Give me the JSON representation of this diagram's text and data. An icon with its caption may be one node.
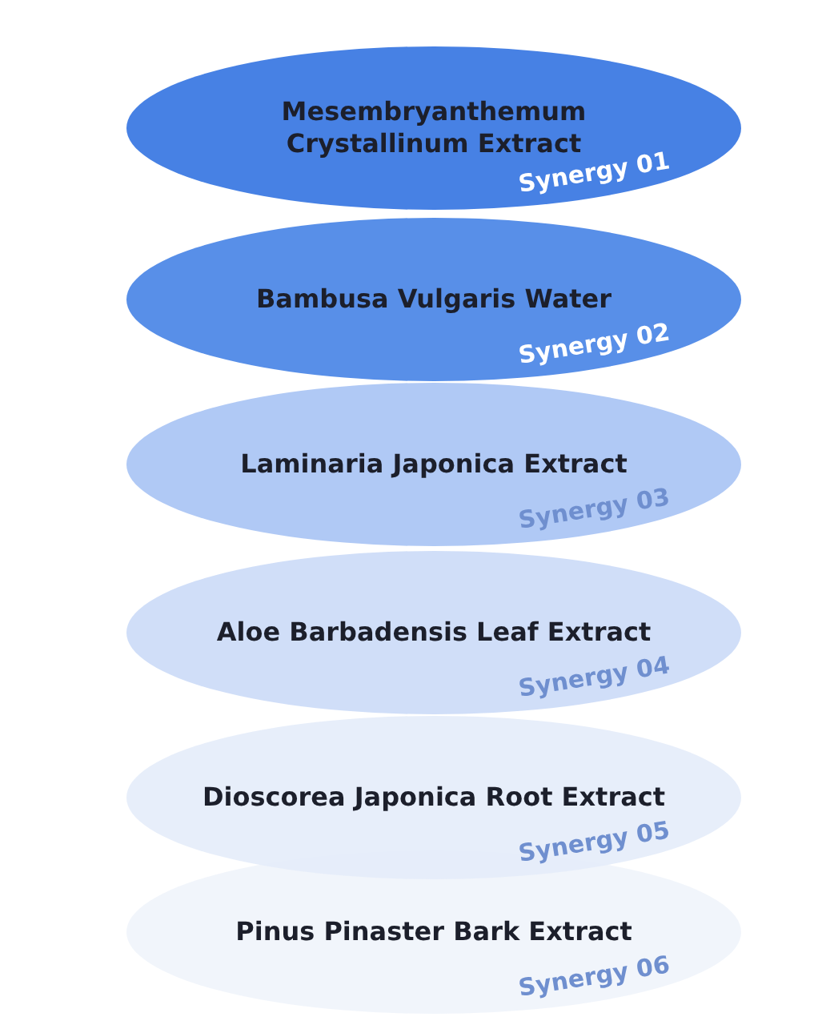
{
  "diagram": {
    "nodes": [
      {
        "text": [
          "Mesembryanthemum Crystallinum Extract",
          "Synergy 01"
        ]
      },
      {
        "text": [
          "Bambusa Vulgaris Water",
          "Synergy 02"
        ]
      },
      {
        "text": [
          "Laminaria Japonica Extract",
          "Synergy 03"
        ]
      },
      {
        "text": [
          "Aloe Barbadensis Leaf Extract",
          "Synergy 04"
        ]
      },
      {
        "text": [
          "Dioscorea Japonica Root Extract",
          "Synergy 05"
        ]
      },
      {
        "text": [
          "Pinus Pinaster Bark Extract",
          "Synergy 06"
        ]
      }
    ]
  }
}
